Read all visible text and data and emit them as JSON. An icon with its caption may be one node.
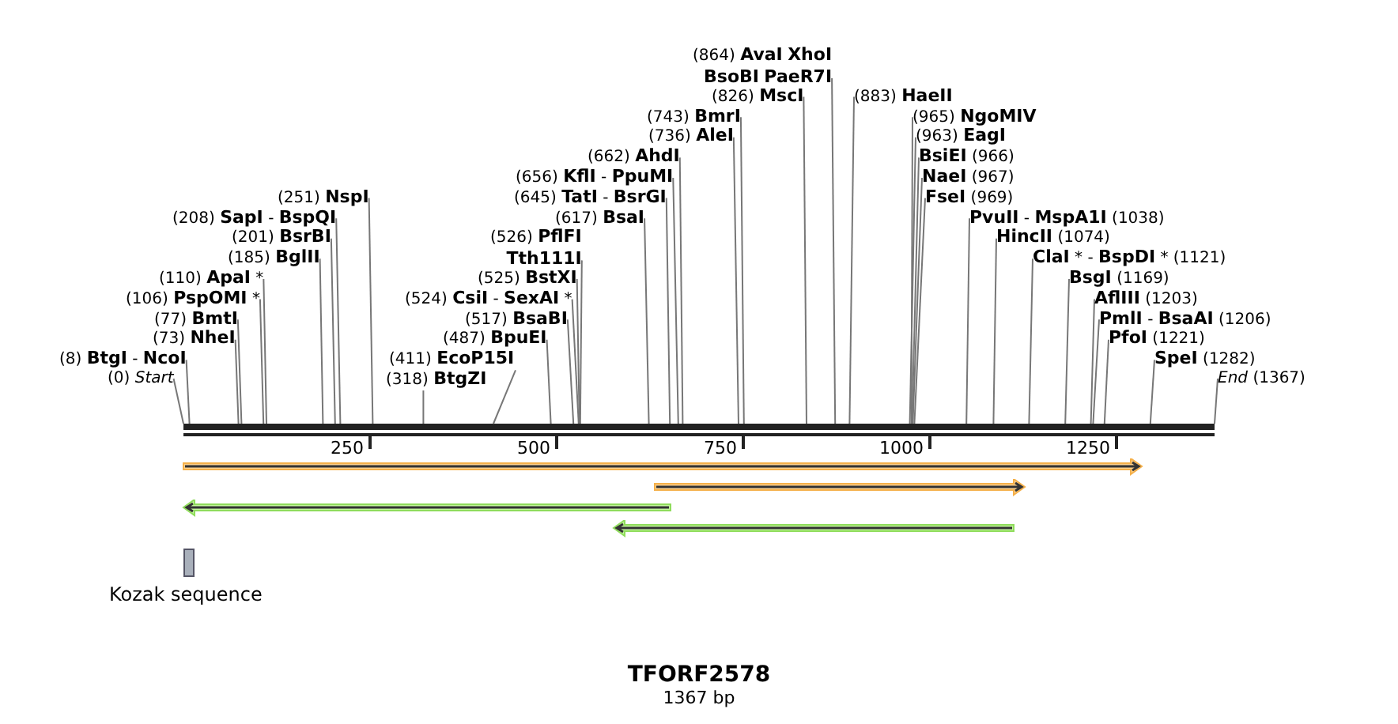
{
  "diagram": {
    "title": "TFORF2578",
    "caption": "1367 bp",
    "nodes": [
      {
        "text": [
          "(0) *Start*"
        ]
      },
      {
        "text": [
          "(8) **BtgI** - **NcoI**"
        ]
      },
      {
        "text": [
          "(73) **NheI**"
        ]
      },
      {
        "text": [
          "(77) **BmtI**"
        ]
      },
      {
        "text": [
          "(106) **PspOMI** *"
        ]
      },
      {
        "text": [
          "(110) **ApaI** *"
        ]
      },
      {
        "text": [
          "(185) **BglII**"
        ]
      },
      {
        "text": [
          "(201) **BsrBI**"
        ]
      },
      {
        "text": [
          "(208) **SapI** - **BspQI**"
        ]
      },
      {
        "text": [
          "(251) **NspI**"
        ]
      },
      {
        "text": [
          "(318) **BtgZI**"
        ]
      },
      {
        "text": [
          "(411) **EcoP15I**"
        ]
      },
      {
        "text": [
          "(487) **BpuEI**"
        ]
      },
      {
        "text": [
          "(517) **BsaBI**"
        ]
      },
      {
        "text": [
          "(524) **CsiI** - **SexAI** *"
        ]
      },
      {
        "text": [
          "(525) **BstXI**"
        ]
      },
      {
        "text": [
          "(526) **PflFI**",
          "**Tth111I**"
        ]
      },
      {
        "text": [
          "(617) **BsaI**"
        ]
      },
      {
        "text": [
          "(645) **TatI** - **BsrGI**"
        ]
      },
      {
        "text": [
          "(656) **KflI** - **PpuMI**"
        ]
      },
      {
        "text": [
          "(662) **AhdI**"
        ]
      },
      {
        "text": [
          "(743) **BmrI**"
        ]
      },
      {
        "text": [
          "(736) **AleI**"
        ]
      },
      {
        "text": [
          "(826) **MscI**"
        ]
      },
      {
        "text": [
          "(864) **AvaI**",
          "**XhoI**",
          "**BsoBI**",
          "**PaeR7I**"
        ]
      },
      {
        "text": [
          "(883) **HaeII**"
        ]
      },
      {
        "text": [
          "(963) **EagI**"
        ]
      },
      {
        "text": [
          "(965) **NgoMIV**"
        ]
      },
      {
        "text": [
          "**BsiEI** (966)"
        ]
      },
      {
        "text": [
          "**NaeI** (967)"
        ]
      },
      {
        "text": [
          "**FseI** (969)"
        ]
      },
      {
        "text": [
          "**PvuII** - **MspA1I** (1038)"
        ]
      },
      {
        "text": [
          "**HincII** (1074)"
        ]
      },
      {
        "text": [
          "**ClaI** * - **BspDI** * (1121)"
        ]
      },
      {
        "text": [
          "**BsgI** (1169)"
        ]
      },
      {
        "text": [
          "**AflIII** (1203)"
        ]
      },
      {
        "text": [
          "**PmlI** - **BsaAI** (1206)"
        ]
      },
      {
        "text": [
          "**PfoI** (1221)"
        ]
      },
      {
        "text": [
          "**SpeI** (1282)"
        ]
      },
      {
        "text": [
          "*End* (1367)"
        ]
      },
      {
        "text": [],
        "shape": "arrow"
      },
      {
        "text": [],
        "shape": "arrow"
      },
      {
        "text": [],
        "shape": "arrow"
      },
      {
        "text": [],
        "shape": "arrow"
      },
      {
        "text": [
          "Kozak sequence"
        ]
      }
    ],
    "edges": [
      {
        "from": 0,
        "to": null,
        "arrow": "none"
      },
      {
        "from": 1,
        "to": null,
        "arrow": "none"
      },
      {
        "from": 2,
        "to": null,
        "arrow": "none"
      },
      {
        "from": 3,
        "to": null,
        "arrow": "none"
      },
      {
        "from": 4,
        "to": null,
        "arrow": "none"
      },
      {
        "from": 5,
        "to": null,
        "arrow": "none"
      },
      {
        "from": 6,
        "to": null,
        "arrow": "none"
      },
      {
        "from": 7,
        "to": null,
        "arrow": "none"
      },
      {
        "from": 8,
        "to": null,
        "arrow": "none"
      },
      {
        "from": 9,
        "to": null,
        "arrow": "none"
      },
      {
        "from": 10,
        "to": null,
        "arrow": "none"
      },
      {
        "from": 11,
        "to": null,
        "arrow": "none"
      },
      {
        "from": 12,
        "to": null,
        "arrow": "none"
      },
      {
        "from": 13,
        "to": null,
        "arrow": "none"
      },
      {
        "from": 14,
        "to": null,
        "arrow": "none"
      },
      {
        "from": 15,
        "to": null,
        "arrow": "none"
      },
      {
        "from": 16,
        "to": null,
        "arrow": "none"
      },
      {
        "from": 17,
        "to": null,
        "arrow": "none"
      },
      {
        "from": 18,
        "to": null,
        "arrow": "none"
      },
      {
        "from": 19,
        "to": null,
        "arrow": "none"
      },
      {
        "from": 20,
        "to": null,
        "arrow": "none"
      },
      {
        "from": 21,
        "to": null,
        "arrow": "none"
      },
      {
        "from": 22,
        "to": null,
        "arrow": "none"
      },
      {
        "from": 23,
        "to": null,
        "arrow": "none"
      },
      {
        "from": 24,
        "to": null,
        "arrow": "none"
      },
      {
        "from": 25,
        "to": null,
        "arrow": "none"
      },
      {
        "from": 26,
        "to": null,
        "arrow": "none"
      },
      {
        "from": 27,
        "to": null,
        "arrow": "none"
      },
      {
        "from": 28,
        "to": null,
        "arrow": "none"
      },
      {
        "from": 29,
        "to": null,
        "arrow": "none"
      },
      {
        "from": 30,
        "to": null,
        "arrow": "none"
      },
      {
        "from": 31,
        "to": null,
        "arrow": "none"
      },
      {
        "from": 32,
        "to": null,
        "arrow": "none"
      },
      {
        "from": 33,
        "to": null,
        "arrow": "none"
      },
      {
        "from": 34,
        "to": null,
        "arrow": "none"
      },
      {
        "from": 35,
        "to": null,
        "arrow": "none"
      },
      {
        "from": 36,
        "to": null,
        "arrow": "none"
      },
      {
        "from": 37,
        "to": null,
        "arrow": "none"
      },
      {
        "from": 38,
        "to": null,
        "arrow": "none"
      },
      {
        "from": 39,
        "to": null,
        "arrow": "none"
      }
    ],
    "labels": [
      "250",
      "500",
      "750",
      "1000",
      "1250"
    ]
  }
}
